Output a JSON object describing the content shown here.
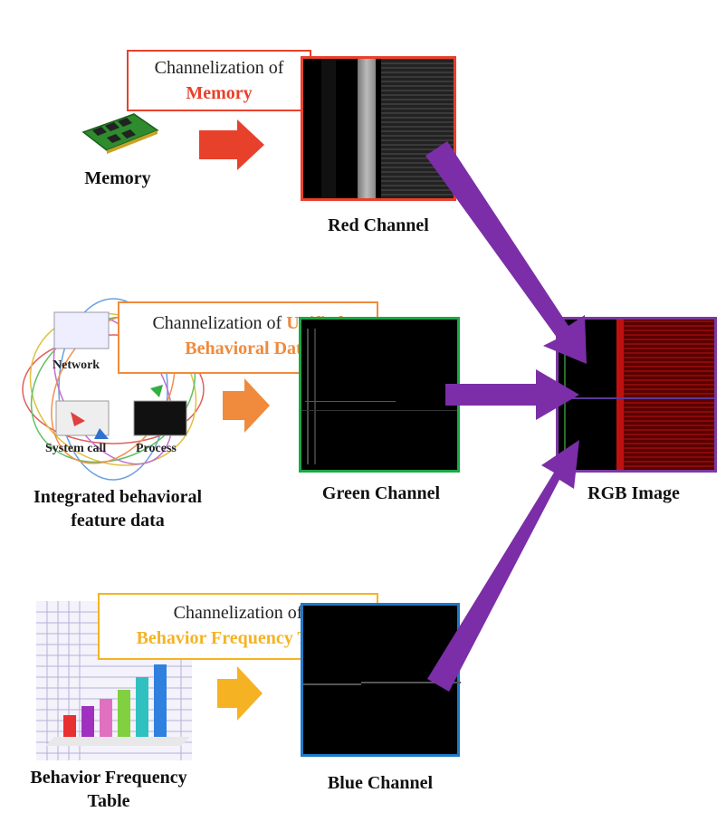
{
  "memory_section": {
    "box_line1": "Channelization of",
    "box_line2": "Memory",
    "source_label": "Memory",
    "channel_label": "Red Channel",
    "accent_color": "#e8412b"
  },
  "behavior_section": {
    "box_line1_prefix": "Channelization of ",
    "box_line1_highlight": "Unified",
    "box_line2": "Behavioral Data",
    "source_label_line1": "Integrated behavioral",
    "source_label_line2": "feature data",
    "channel_label": "Green Channel",
    "icon_labels": {
      "network": "Network",
      "system_call": "System call",
      "process": "Process"
    },
    "accent_color": "#f08a3c",
    "border_color": "#1aa845"
  },
  "frequency_section": {
    "box_line1": "Channelization of",
    "box_line2": "Behavior Frequency Table",
    "source_label_line1": "Behavior Frequency",
    "source_label_line2": "Table",
    "channel_label": "Blue Channel",
    "accent_color": "#f5b324",
    "border_color": "#1e78c8"
  },
  "output": {
    "label": "RGB Image",
    "border_color": "#7a3aa0",
    "arrow_color": "#7b2ea8"
  }
}
